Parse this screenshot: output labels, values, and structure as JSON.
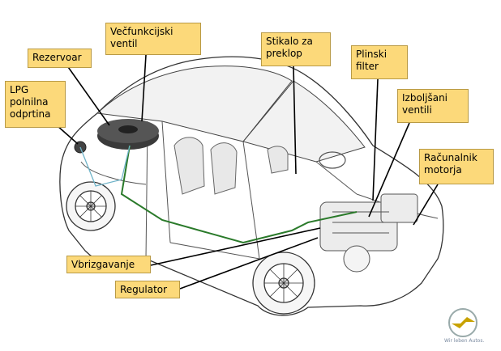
{
  "labels": {
    "lpg": "LPG polnilna odprtina",
    "rezervoar": "Rezervoar",
    "vecfunkcijski": "Večfunkcijski ventil",
    "stikalo": "Stikalo za preklop",
    "plinski": "Plinski filter",
    "izboljsani": "Izboljšani ventili",
    "racunalnik": "Računalnik motorja",
    "vbrizgavanje": "Vbrizgavanje",
    "regulator": "Regulator"
  },
  "logo": {
    "slogan": "Wir leben Autos."
  },
  "colors": {
    "callout_fill": "#fcd97a",
    "gas_line": "#2a7a2a",
    "aux_line": "#6fb3c8",
    "car_outline": "#333333"
  }
}
